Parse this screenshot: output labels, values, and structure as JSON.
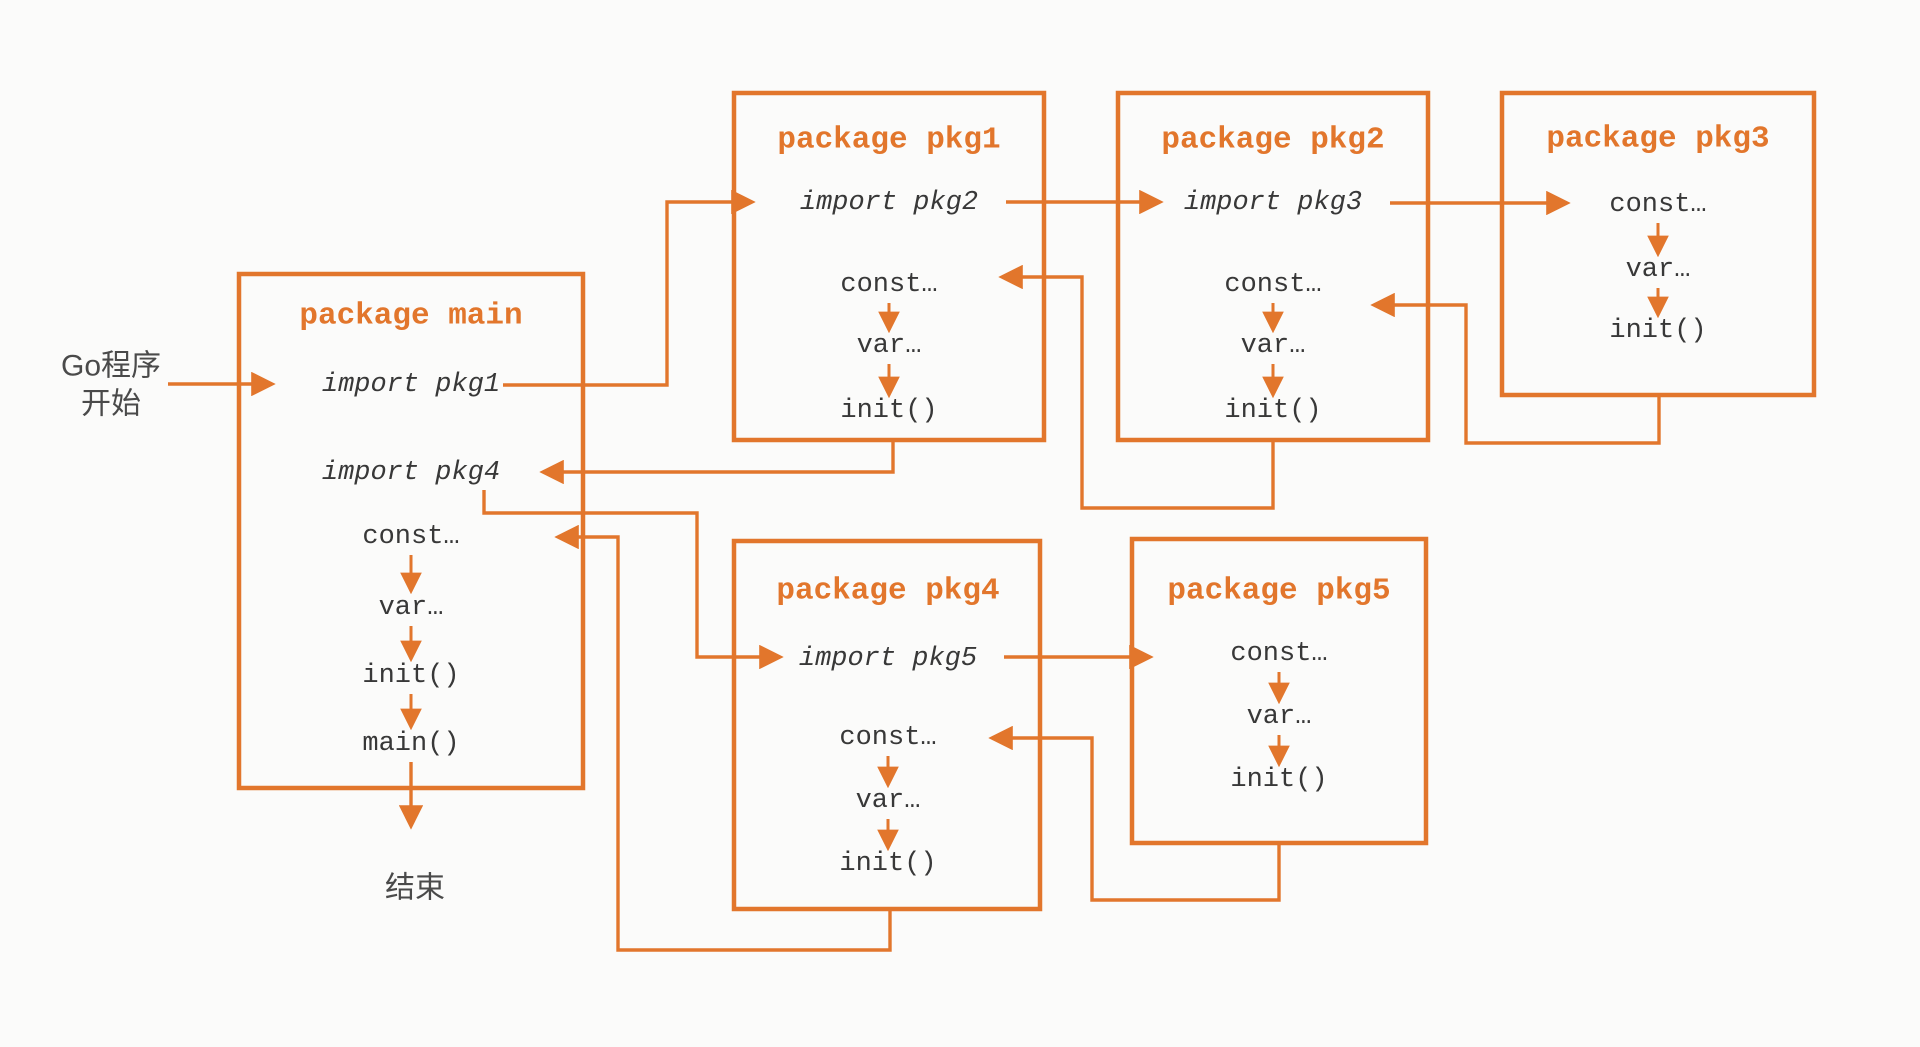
{
  "colors": {
    "background": "#FBFBFA",
    "accent": "#E2762C",
    "code_text": "#383838",
    "label_text": "#4A4A4A"
  },
  "start": {
    "line1": "Go程序",
    "line2": "开始"
  },
  "end_label": "结束",
  "boxes": {
    "main": {
      "title": "package main",
      "import1": "import pkg1",
      "import2": "import pkg4",
      "const": "const…",
      "var": "var…",
      "init": "init()",
      "main": "main()"
    },
    "pkg1": {
      "title": "package pkg1",
      "import1": "import pkg2",
      "const": "const…",
      "var": "var…",
      "init": "init()"
    },
    "pkg2": {
      "title": "package pkg2",
      "import1": "import pkg3",
      "const": "const…",
      "var": "var…",
      "init": "init()"
    },
    "pkg3": {
      "title": "package pkg3",
      "const": "const…",
      "var": "var…",
      "init": "init()"
    },
    "pkg4": {
      "title": "package pkg4",
      "import1": "import pkg5",
      "const": "const…",
      "var": "var…",
      "init": "init()"
    },
    "pkg5": {
      "title": "package pkg5",
      "const": "const…",
      "var": "var…",
      "init": "init()"
    }
  }
}
